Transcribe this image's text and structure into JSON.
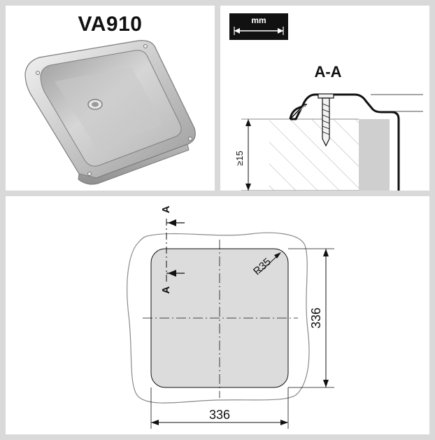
{
  "product": {
    "model": "VA910"
  },
  "unit_badge": {
    "label": "mm"
  },
  "section": {
    "title": "A-A",
    "min_thickness_label": "≥15"
  },
  "cutout": {
    "section_marker_top": "A",
    "section_marker_bottom": "A",
    "corner_radius_label": "R35",
    "width_label": "336",
    "height_label": "336"
  },
  "colors": {
    "background_gray": "#d9d9d9",
    "panel": "#ffffff",
    "ink": "#111111",
    "cutout_fill": "#dcdcdc",
    "hatch_fill": "#e3e3e3",
    "edge_fill": "#cfcfcf",
    "outline_gray": "#8a8a8a"
  }
}
